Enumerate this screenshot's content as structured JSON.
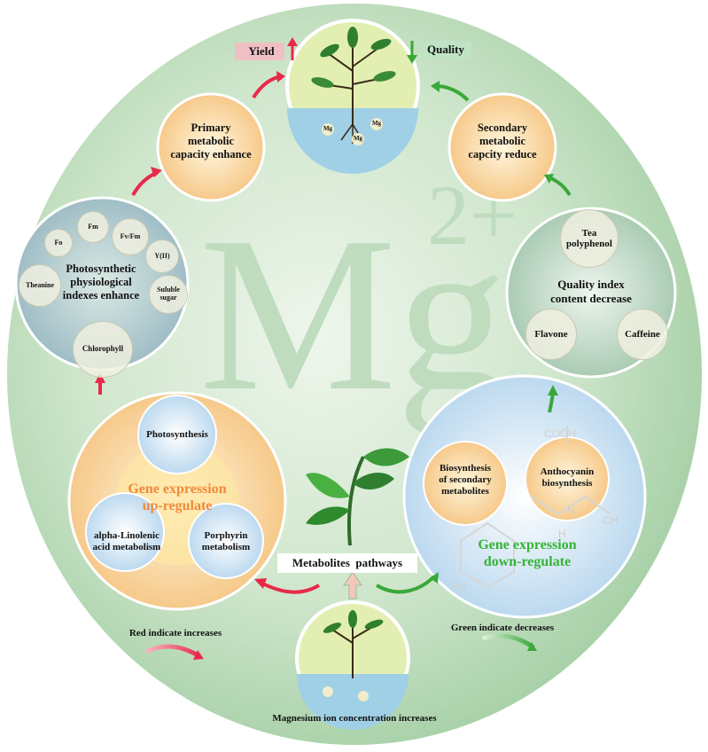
{
  "background": {
    "mg": "Mg",
    "charge": "2+"
  },
  "top": {
    "yield": "Yield",
    "quality": "Quality"
  },
  "primary": {
    "line1": "Primary",
    "line2": "metabolic",
    "line3": "capacity enhance"
  },
  "secondary": {
    "line1": "Secondary",
    "line2": "metabolic",
    "line3": "capcity reduce"
  },
  "photo": {
    "title1": "Photosynthetic",
    "title2": "physiological",
    "title3": "indexes enhance",
    "bubbles": [
      "Fm",
      "Fv/Fm",
      "Fo",
      "Y(II)",
      "Theanine",
      "Suluble sugar",
      "Chlorophyll"
    ]
  },
  "quality_index": {
    "title1": "Quality index",
    "title2": "content decrease",
    "bubbles": [
      "Tea polyphenol",
      "Flavone",
      "Caffeine"
    ]
  },
  "up": {
    "title1": "Gene expression",
    "title2": "up-regulate",
    "photosynthesis": "Photosynthesis",
    "alpha1": "alpha-Linolenic",
    "alpha2": "acid metabolism",
    "porph1": "Porphyrin",
    "porph2": "metabolism"
  },
  "down": {
    "title1": "Gene expression",
    "title2": "down-regulate",
    "bio1": "Biosynthesis",
    "bio2": "of secondary",
    "bio3": "metabolites",
    "antho1": "Anthocyanin",
    "antho2": "biosynthesis",
    "struct": [
      "COOH",
      "N",
      "CH",
      "HN",
      "H"
    ]
  },
  "bottom": {
    "pathways": "Metabolites  pathways",
    "red_note": "Red indicate increases",
    "green_note": "Green indicate decreases",
    "mg_note": "Magnesium ion concentration increases"
  },
  "mg_labels": [
    "Mg",
    "Mg",
    "Mg"
  ],
  "colors": {
    "red": "#e8294a",
    "green": "#3aa83a",
    "orange": "#f29a3c",
    "green_text": "#35b335",
    "orange_text": "#f08a3a"
  },
  "icons": [
    "up-arrow-icon",
    "down-arrow-icon",
    "curved-arrow-icon",
    "tea-plant-icon"
  ]
}
